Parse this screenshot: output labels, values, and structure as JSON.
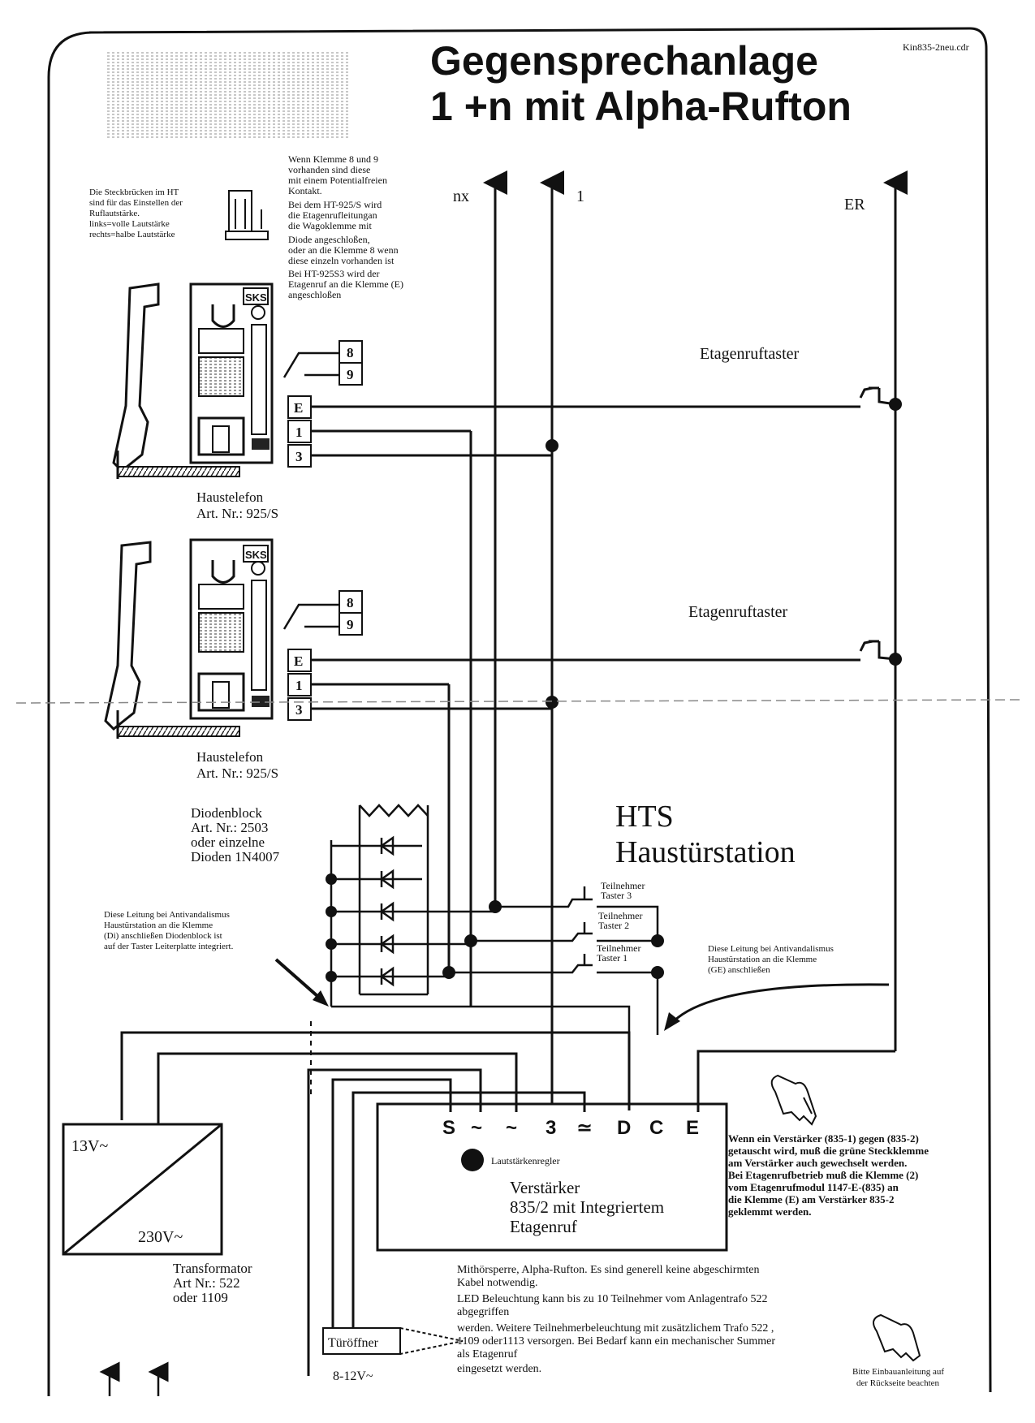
{
  "file_label": "Kin835-2neu.cdr",
  "title": {
    "line1": "Gegensprechanlage",
    "line2": "1 +n mit Alpha-Rufton"
  },
  "jumper_note": [
    "Die Steckbrücken im HT",
    "sind für das Einstellen der",
    "Ruflautstärke.",
    "links=volle Lautstärke",
    "rechts=halbe Lautstärke"
  ],
  "terminal_note": [
    "Wenn Klemme 8 und 9",
    "vorhanden sind diese",
    "mit einem Potentialfreien",
    "Kontakt.",
    "Bei dem HT-925/S wird",
    "die Etagenrufleitungan",
    "die Wagoklemme mit",
    "Diode angeschloßen,",
    "oder an die Klemme 8 wenn",
    "diese einzeln vorhanden ist",
    "Bei HT-925S3 wird der",
    "Etagenruf an die Klemme (E)",
    "angeschloßen"
  ],
  "bus_labels": {
    "nx": "nx",
    "one": "1",
    "er": "ER"
  },
  "phones": [
    {
      "brand": "SKS",
      "terminals": {
        "t8": "8",
        "t9": "9",
        "te": "E",
        "t1": "1",
        "t3": "3"
      },
      "caption_name": "Haustelefon",
      "caption_art": "Art. Nr.: 925/S",
      "button_label": "Etagenruftaster"
    },
    {
      "brand": "SKS",
      "terminals": {
        "t8": "8",
        "t9": "9",
        "te": "E",
        "t1": "1",
        "t3": "3"
      },
      "caption_name": "Haustelefon",
      "caption_art": "Art. Nr.: 925/S",
      "button_label": "Etagenruftaster"
    }
  ],
  "diode_block": [
    "Diodenblock",
    "Art. Nr.: 2503",
    "oder einzelne",
    "Dioden 1N4007"
  ],
  "hts": {
    "line1": "HTS",
    "line2": "Haustürstation"
  },
  "tasters": [
    [
      "Teilnehmer",
      "Taster 3"
    ],
    [
      "Teilnehmer",
      "Taster 2"
    ],
    [
      "Teilnehmer",
      "Taster 1"
    ]
  ],
  "note_left": [
    "Diese Leitung bei Antivandalismus",
    "Haustürstation an die Klemme",
    "(Di) anschließen Diodenblock ist",
    "auf der Taster Leiterplatte integriert."
  ],
  "note_right": [
    "Diese Leitung bei Antivandalismus",
    "Haustürstation an die Klemme",
    "(GE) anschließen"
  ],
  "amp_terminals": [
    "S",
    "~",
    "~",
    "3",
    "≃",
    "D",
    "C",
    "E"
  ],
  "amp": {
    "knob_label": "Lautstärkenregler",
    "line1": "Verstärker",
    "line2": "835/2 mit Integriertem",
    "line3": "Etagenruf"
  },
  "amp_note": [
    "Wenn ein Verstärker (835-1) gegen (835-2)",
    "getauscht wird, muß die grüne Steckklemme",
    "am Verstärker auch gewechselt werden.",
    "Bei Etagenrufbetrieb muß die Klemme (2)",
    "vom Etagenrufmodul 1147-E-(835) an",
    "die Klemme (E) am Verstärker 835-2",
    "geklemmt werden."
  ],
  "transformer": {
    "v13": "13V~",
    "v230": "230V~",
    "name": "Transformator",
    "art": "Art Nr.: 522",
    "alt": "oder 1109"
  },
  "door_opener": {
    "label": "Türöffner",
    "voltage": "8-12V~"
  },
  "bottom_note": [
    "Mithörsperre, Alpha-Rufton. Es sind generell keine abgeschirmten",
    "Kabel notwendig.",
    "LED Beleuchtung kann bis zu 10 Teilnehmer vom Anlagentrafo 522",
    "abgegriffen",
    "werden. Weitere Teilnehmerbeleuchtung mit zusätzlichem Trafo 522 ,",
    "1109 oder1113  versorgen. Bei Bedarf kann ein mechanischer Summer",
    "als Etagenruf",
    "eingesetzt werden."
  ],
  "footer_note": [
    "Bitte Einbauanleitung auf",
    "der Rückseite beachten"
  ]
}
